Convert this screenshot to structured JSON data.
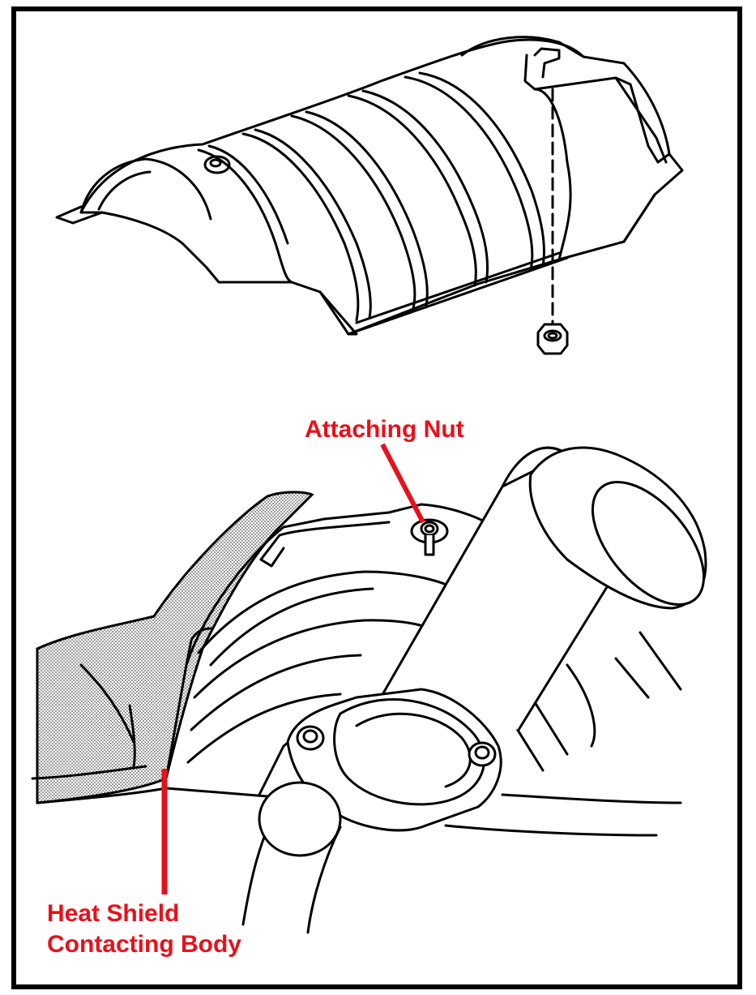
{
  "colors": {
    "frame": "#000000",
    "callout": "#e8101a",
    "line_art": "#000000",
    "shading": "#b8b8b8"
  },
  "callouts": {
    "attaching_nut": "Attaching Nut",
    "heat_shield_line1": "Heat Shield",
    "heat_shield_line2": "Contacting Body"
  }
}
